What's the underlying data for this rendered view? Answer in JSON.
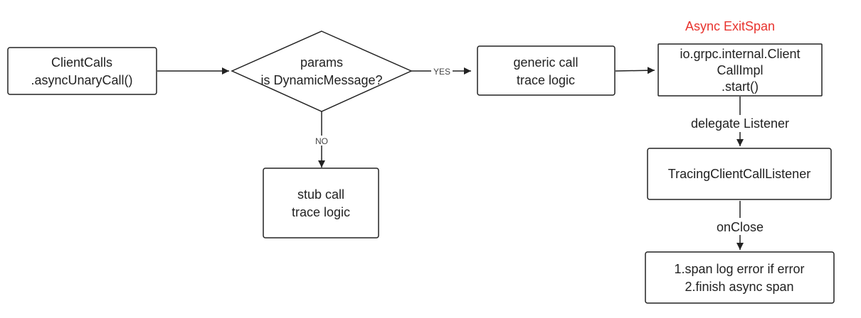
{
  "note": {
    "text": "Async ExitSpan",
    "color": "#e8332e"
  },
  "nodes": {
    "client_calls": {
      "line1": "ClientCalls",
      "line2": ".asyncUnaryCall()"
    },
    "decision": {
      "line1": "params",
      "line2": "is DynamicMessage?"
    },
    "generic_call": {
      "line1": "generic call",
      "line2": "trace logic"
    },
    "stub_call": {
      "line1": "stub call",
      "line2": "trace logic"
    },
    "client_call_impl": {
      "line1": "io.grpc.internal.Client",
      "line2": "CallImpl",
      "line3": ".start()"
    },
    "listener": {
      "line1": "TracingClientCallListener"
    },
    "finish": {
      "line1": "1.span log error if error",
      "line2": "2.finish async span"
    }
  },
  "edges": {
    "yes": "YES",
    "no": "NO",
    "delegate": "delegate Listener",
    "on_close": "onClose"
  }
}
